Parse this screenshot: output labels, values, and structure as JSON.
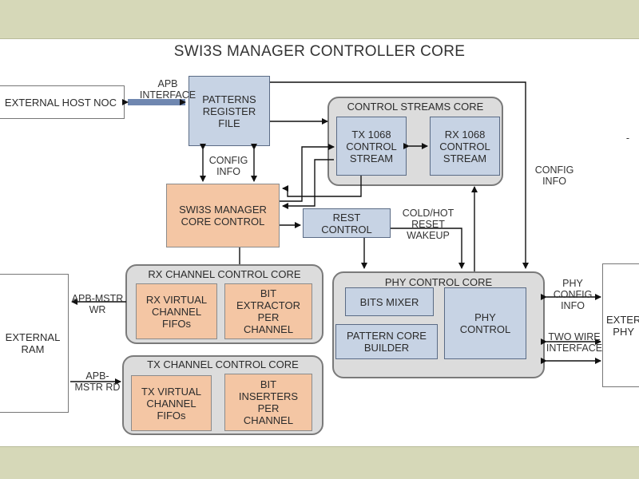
{
  "title": "SWI3S MANAGER CONTROLLER CORE",
  "blocks": {
    "external_host_noc": "EXTERNAL HOST NOC",
    "patterns_register_file": "PATTERNS\nREGISTER\nFILE",
    "swi3s_manager_core_control": "SWI3S MANAGER\nCORE CONTROL",
    "rest_control": "REST\nCONTROL",
    "tx_1068_control_stream": "TX 1068\nCONTROL\nSTREAM",
    "rx_1068_control_stream": "RX 1068\nCONTROL\nSTREAM",
    "external_ram": "EXTERNAL\nRAM",
    "rx_virtual_channel_fifos": "RX VIRTUAL\nCHANNEL\nFIFOs",
    "bit_extractor_per_channel": "BIT\nEXTRACTOR\nPER\nCHANNEL",
    "tx_virtual_channel_fifos": "TX VIRTUAL\nCHANNEL\nFIFOs",
    "bit_inserters_per_channel": "BIT\nINSERTERS\nPER\nCHANNEL",
    "bits_mixer": "BITS MIXER",
    "pattern_core_builder": "PATTERN CORE\nBUILDER",
    "phy_control": "PHY\nCONTROL",
    "external_phy": "EXTER\nPHY"
  },
  "groups": {
    "control_streams_core": "CONTROL STREAMS CORE",
    "rx_channel_control_core": "RX CHANNEL CONTROL CORE",
    "tx_channel_control_core": "TX CHANNEL CONTROL CORE",
    "phy_control_core": "PHY CONTROL CORE"
  },
  "labels": {
    "apb_interface": "APB\nINTERFACE",
    "config_info_left": "CONFIG\nINFO",
    "config_info_right": "CONFIG\nINFO",
    "cold_hot_reset": "COLD/HOT\nRESET\nWAKEUP",
    "apb_mstr_wr": "APB-MSTR\nWR",
    "apb_mstr_rd": "APB-\nMSTR RD",
    "phy_config_info": "PHY\nCONFIG\nINFO",
    "two_wire_interface": "TWO WIRE\nINTERFACE",
    "dash_mark": "-"
  }
}
